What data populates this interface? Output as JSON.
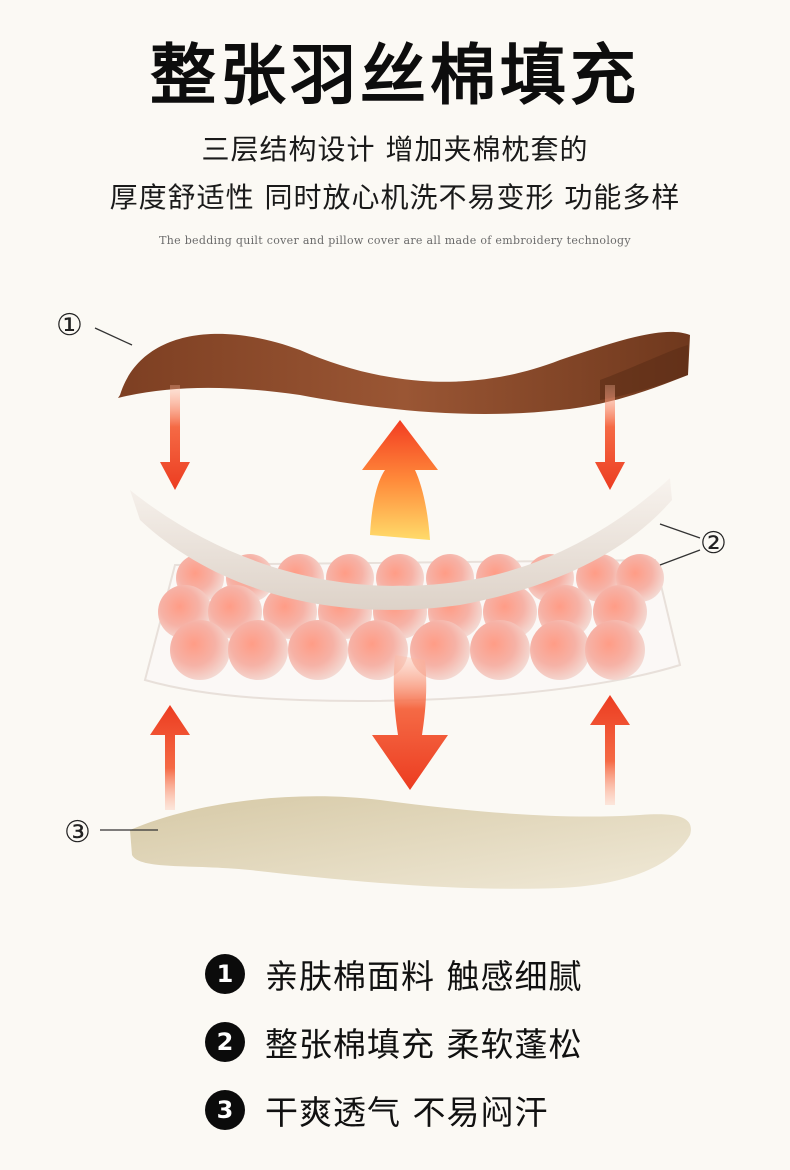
{
  "header": {
    "title": "整张羽丝棉填充",
    "subtitle_line1": "三层结构设计 增加夹棉枕套的",
    "subtitle_line2": "厚度舒适性 同时放心机洗不易变形 功能多样",
    "english_caption": "The bedding quilt cover and pillow cover are all made of embroidery technology"
  },
  "diagram": {
    "label_1": "①",
    "label_2": "②",
    "label_3": "③",
    "colors": {
      "top_fabric": "#8b4a2b",
      "middle_layer": "#ece4dc",
      "spheres": "#f3a79b",
      "bottom_fabric": "#e3dac2",
      "arrow": "#ef4a2c"
    }
  },
  "features": [
    {
      "num": "1",
      "text": "亲肤棉面料 触感细腻"
    },
    {
      "num": "2",
      "text": "整张棉填充 柔软蓬松"
    },
    {
      "num": "3",
      "text": "干爽透气 不易闷汗"
    }
  ]
}
